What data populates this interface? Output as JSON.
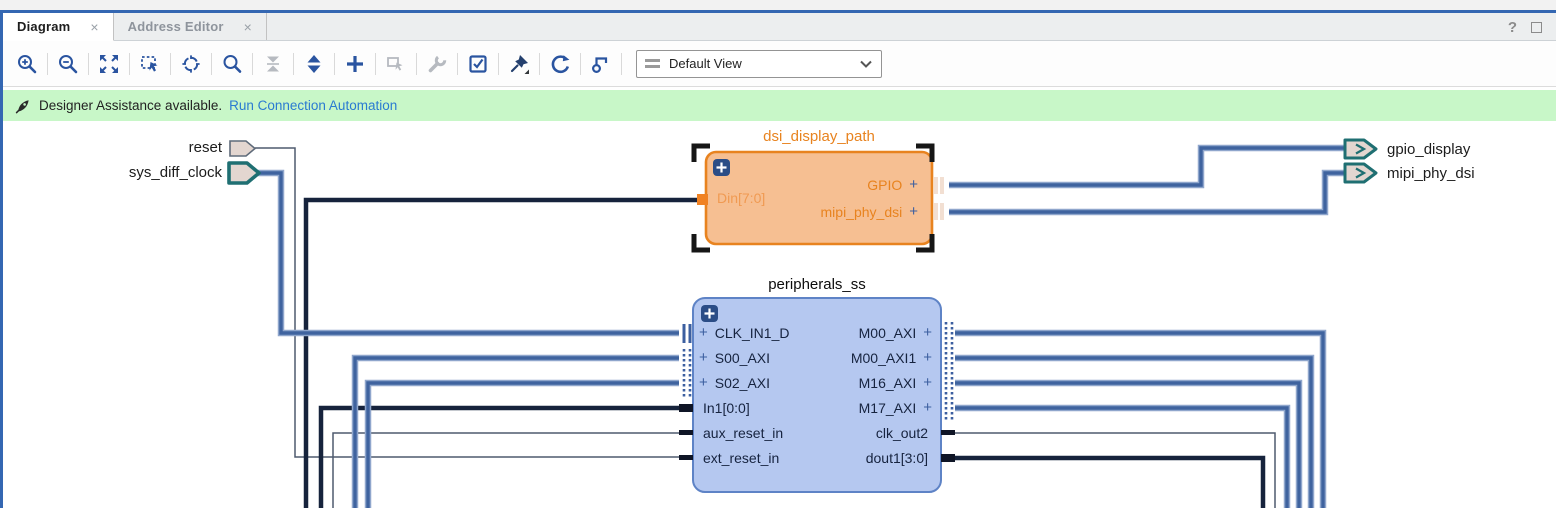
{
  "tabs": [
    {
      "label": "Diagram",
      "close": "×",
      "active": true
    },
    {
      "label": "Address Editor",
      "close": "×",
      "active": false
    }
  ],
  "window": {
    "help": "?"
  },
  "toolbar": {
    "buttons": [
      "zoom-in",
      "zoom-out",
      "zoom-fit",
      "zoom-to-selection",
      "autofit-target",
      "search",
      "collapse-all",
      "expand-all",
      "add-ip",
      "make-external",
      "customize-block",
      "validate-design",
      "pin-layout",
      "regenerate-layout",
      "optimize-routing"
    ],
    "view_selector": {
      "label": "Default View"
    }
  },
  "banner": {
    "message": "Designer Assistance available.",
    "action": "Run Connection Automation"
  },
  "ui": {
    "plus": "+"
  },
  "canvas": {
    "external_ports": {
      "left": [
        {
          "name": "reset"
        },
        {
          "name": "sys_diff_clock"
        }
      ],
      "right": [
        {
          "name": "gpio_display"
        },
        {
          "name": "mipi_phy_dsi"
        }
      ]
    },
    "blocks": [
      {
        "title": "dsi_display_path",
        "left_ports": [
          {
            "label": "Din[7:0]"
          }
        ],
        "right_ports": [
          {
            "label": "GPIO",
            "plus": true
          },
          {
            "label": "mipi_phy_dsi",
            "plus": true
          }
        ]
      },
      {
        "title": "peripherals_ss",
        "left_ports": [
          {
            "label": "CLK_IN1_D",
            "plus": true
          },
          {
            "label": "S00_AXI",
            "plus": true
          },
          {
            "label": "S02_AXI",
            "plus": true
          },
          {
            "label": "In1[0:0]"
          },
          {
            "label": "aux_reset_in"
          },
          {
            "label": "ext_reset_in"
          }
        ],
        "right_ports": [
          {
            "label": "M00_AXI",
            "plus": true
          },
          {
            "label": "M00_AXI1",
            "plus": true
          },
          {
            "label": "M16_AXI",
            "plus": true
          },
          {
            "label": "M17_AXI",
            "plus": true
          },
          {
            "label": "clk_out2"
          },
          {
            "label": "dout1[3:0]"
          }
        ]
      }
    ]
  },
  "colors": {
    "frame_blue": "#3467b2",
    "toolbar_icon_blue": "#2a54a0",
    "disabled_gray": "#b6bac0",
    "banner_green": "#c8f7c8",
    "link_blue": "#2a7bd1",
    "wire_blue": "#3f639f",
    "wire_dark": "#16233c",
    "wire_thin": "#4e5a6e",
    "block_orange_fill": "#f6bf92",
    "block_orange_border": "#e8831f",
    "block_blue_fill": "#b5c8f0",
    "block_blue_border": "#5e83c6",
    "port_fill": "#e3d6d0",
    "port_teal": "#1f6f72",
    "badge_blue": "#2b4d86"
  }
}
